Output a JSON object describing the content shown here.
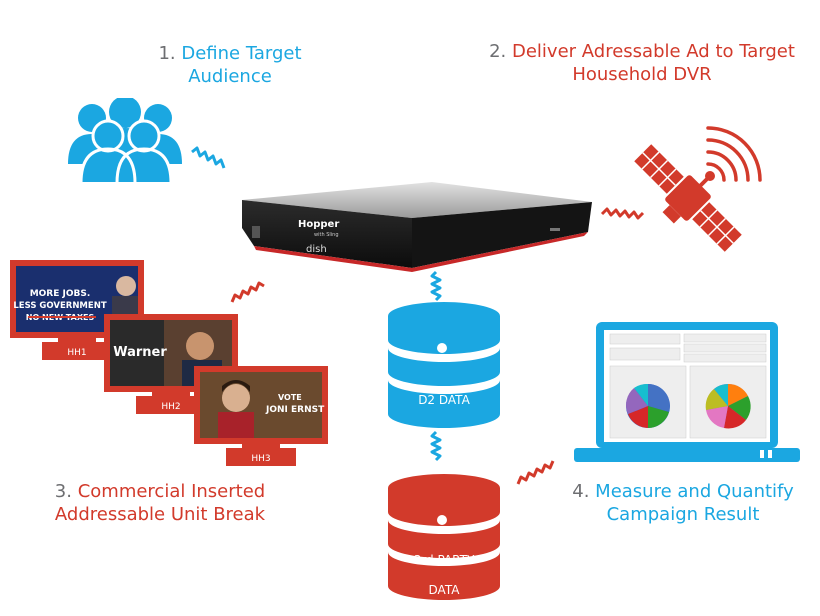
{
  "colors": {
    "blue": "#1ba7e1",
    "red": "#d23a2b",
    "gray_number": "#6d6e71",
    "dvr_body": "#1a1a1a"
  },
  "steps": [
    {
      "number": "1.",
      "line1": "Define Target",
      "line2": "Audience"
    },
    {
      "number": "2.",
      "line1": "Deliver Adressable Ad to Target",
      "line2": "Household DVR"
    },
    {
      "number": "3.",
      "line1": "Commercial Inserted",
      "line2": "Addressable Unit Break"
    },
    {
      "number": "4.",
      "line1": "Measure and Quantify",
      "line2": "Campaign Result"
    }
  ],
  "databases": {
    "d2": {
      "label": "D2 DATA"
    },
    "third_party": {
      "label_top": "3rd PARTY",
      "label_bottom": "DATA"
    }
  },
  "dvr": {
    "brand": "Hopper",
    "brand_sub": "with Sling",
    "maker": "dish"
  },
  "tvs": [
    {
      "label": "HH1",
      "ad_line1": "MORE JOBS.",
      "ad_line2": "LESS GOVERNMENT",
      "ad_line3": "NO NEW TAXES"
    },
    {
      "label": "HH2",
      "ad_line1": "Warner"
    },
    {
      "label": "HH3",
      "ad_line1": "VOTE",
      "ad_line2": "JONI ERNST"
    }
  ],
  "icons": {
    "audience": "people-group-icon",
    "satellite": "satellite-icon",
    "laptop": "laptop-report-icon",
    "database": "database-icon"
  }
}
